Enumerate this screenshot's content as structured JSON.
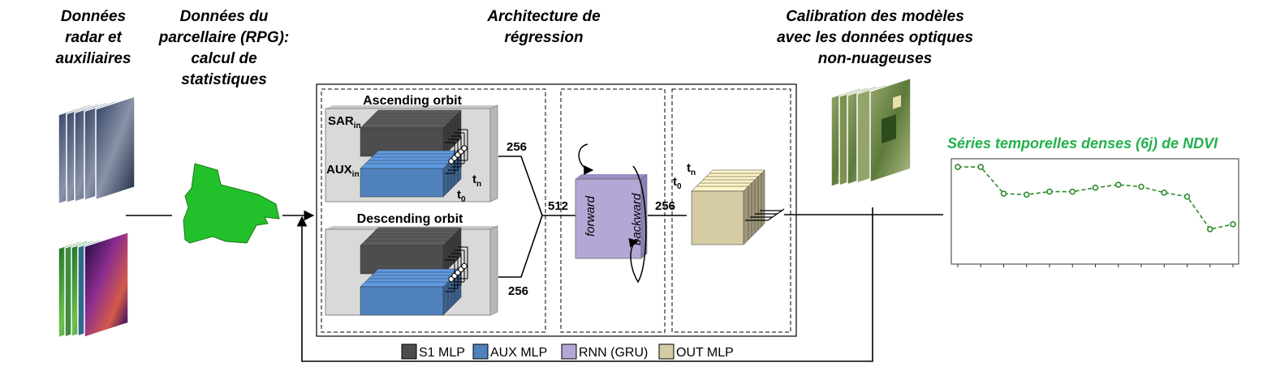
{
  "titles": {
    "radar": [
      "Données",
      "radar et",
      "auxiliaires"
    ],
    "rpg": [
      "Données du",
      "parcellaire (RPG):",
      "calcul de",
      "statistiques"
    ],
    "architecture": [
      "Architecture de",
      "régression"
    ],
    "calibration": [
      "Calibration des modèles",
      "avec les données optiques",
      "non-nuageuses"
    ]
  },
  "architecture": {
    "ascending_label": "Ascending orbit",
    "descending_label": "Descending orbit",
    "sar_label": "SAR",
    "sar_sub": "in",
    "aux_label": "AUX",
    "aux_sub": "in",
    "t_label": "t",
    "t0_sub": "0",
    "tn_sub": "n",
    "dim_256_top": "256",
    "dim_256_bottom": "256",
    "dim_512": "512",
    "dim_256_rnn": "256",
    "forward_label": "forward",
    "backward_label": "backward"
  },
  "legend": [
    {
      "label": "S1 MLP",
      "color": "#4d4d4d"
    },
    {
      "label": "AUX MLP",
      "color": "#4f81bd"
    },
    {
      "label": "RNN (GRU)",
      "color": "#b4a7d6"
    },
    {
      "label": "OUT MLP",
      "color": "#d5cba4"
    }
  ],
  "ndvi": {
    "title": "Séries temporelles denses (6j) de NDVI",
    "title_color": "#22b14c",
    "line_color": "#2e8b2e",
    "values": [
      0.95,
      0.95,
      0.68,
      0.67,
      0.7,
      0.7,
      0.74,
      0.77,
      0.75,
      0.69,
      0.65,
      0.32,
      0.37
    ]
  },
  "colors": {
    "parcel_green": "#22c02a",
    "s1": "#4d4d4d",
    "aux": "#4f81bd",
    "rnn": "#b4a7d6",
    "out": "#d5cba4",
    "panel": "#d9d9d9"
  }
}
